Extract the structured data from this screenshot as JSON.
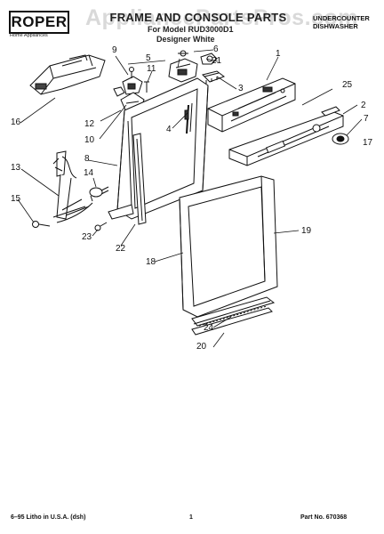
{
  "header": {
    "brand": "ROPER",
    "brand_tagline": "Home Appliances",
    "title": "FRAME AND CONSOLE PARTS",
    "model_line": "For Model RUD3000D1",
    "color_line": "Designer White",
    "product_type_line1": "UNDERCOUNTER",
    "product_type_line2": "DISHWASHER",
    "watermark": "AppliancePartsPros.com"
  },
  "callouts": {
    "c1": "1",
    "c2": "2",
    "c3": "3",
    "c4": "4",
    "c5": "5",
    "c6": "6",
    "c7": "7",
    "c8": "8",
    "c9": "9",
    "c10": "10",
    "c11": "11",
    "c12": "12",
    "c13": "13",
    "c14": "14",
    "c15": "15",
    "c16": "16",
    "c17": "17",
    "c18": "18",
    "c19": "19",
    "c20": "20",
    "c21": "21",
    "c22": "22",
    "c23": "23",
    "c24": "24",
    "c25": "25"
  },
  "footer": {
    "litho": "6–95 Litho in U.S.A. (dsh)",
    "page": "1",
    "part_no": "Part No. 670368"
  }
}
